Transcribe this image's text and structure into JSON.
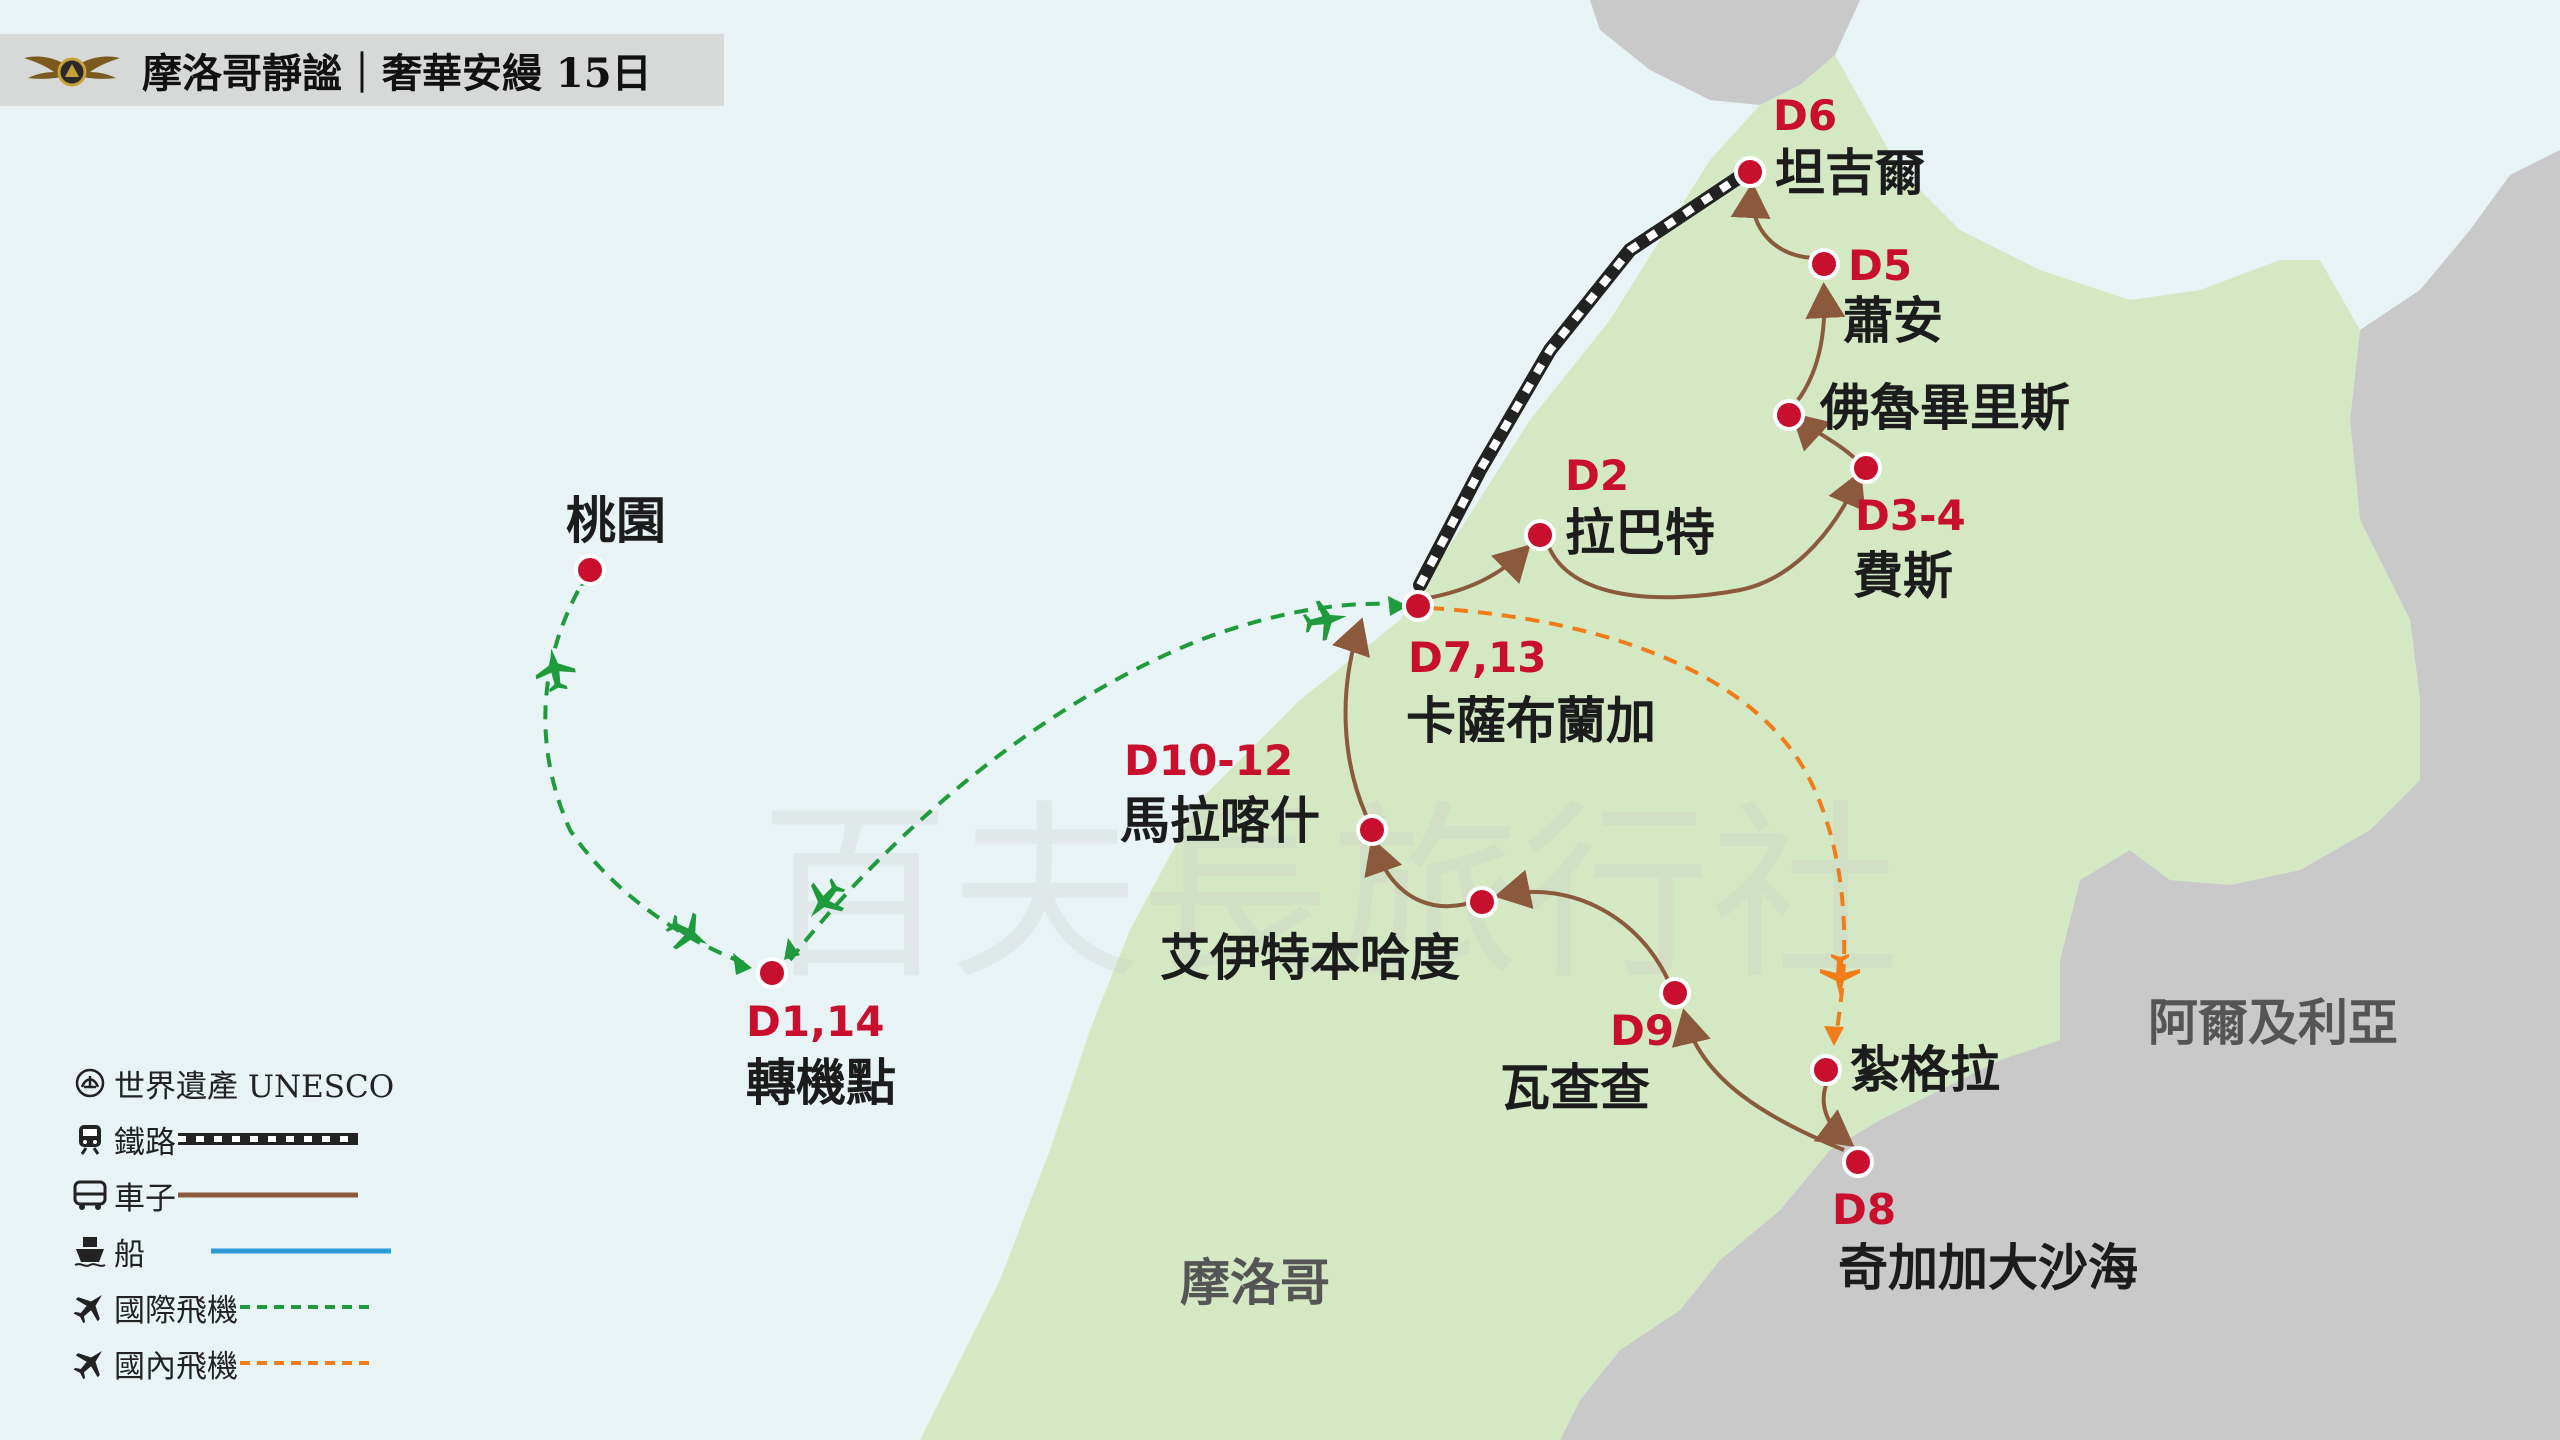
{
  "header": {
    "title": "摩洛哥靜謐｜奢華安縵  15日"
  },
  "watermark": "百夫長旅行社",
  "countries": {
    "morocco": "摩洛哥",
    "algeria": "阿爾及利亞"
  },
  "places": {
    "taoyuan": {
      "name": "桃園",
      "day": ""
    },
    "transit": {
      "name": "轉機點",
      "day": "D1,14"
    },
    "casablanca": {
      "name": "卡薩布蘭加",
      "day": "D7,13"
    },
    "rabat": {
      "name": "拉巴特",
      "day": "D2"
    },
    "fes": {
      "name": "費斯",
      "day": "D3-4"
    },
    "volubilis": {
      "name": "佛魯畢里斯",
      "day": ""
    },
    "chefchaouen": {
      "name": "蕭安",
      "day": "D5"
    },
    "tangier": {
      "name": "坦吉爾",
      "day": "D6"
    },
    "marrakech": {
      "name": "馬拉喀什",
      "day": "D10-12"
    },
    "ait_ben_haddou": {
      "name": "艾伊特本哈度",
      "day": ""
    },
    "ouarzazate": {
      "name": "瓦查查",
      "day": "D9"
    },
    "zagora": {
      "name": "紮格拉",
      "day": ""
    },
    "merzouga": {
      "name": "奇加加大沙海",
      "day": "D8"
    }
  },
  "legend": [
    {
      "icon": "unesco-icon",
      "label": "世界遺產 UNESCO",
      "line": "none"
    },
    {
      "icon": "train-icon",
      "label": "鐵路",
      "line": "railway"
    },
    {
      "icon": "bus-icon",
      "label": "車子",
      "line": "car"
    },
    {
      "icon": "ship-icon",
      "label": "船",
      "line": "ship"
    },
    {
      "icon": "plane-icon",
      "label": "國際飛機",
      "line": "international-flight"
    },
    {
      "icon": "plane-icon",
      "label": "國內飛機",
      "line": "domestic-flight"
    }
  ],
  "colors": {
    "sea": "#e8f3f6",
    "land_morocco": "#d4e8c4",
    "land_other": "#c9c9c9",
    "city_dot": "#c8102e",
    "car_route": "#8b5a3c",
    "international_flight": "#1f9a3c",
    "domestic_flight": "#f07d1a",
    "ship": "#2a9ad8"
  }
}
